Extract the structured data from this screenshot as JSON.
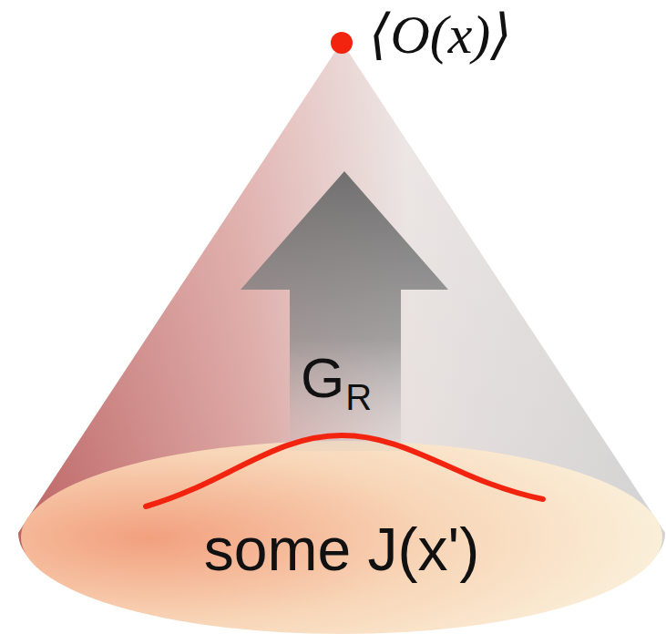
{
  "diagram": {
    "labels": [
      "⟨O(x)⟩",
      "G",
      "R",
      "some J(x')"
    ]
  }
}
